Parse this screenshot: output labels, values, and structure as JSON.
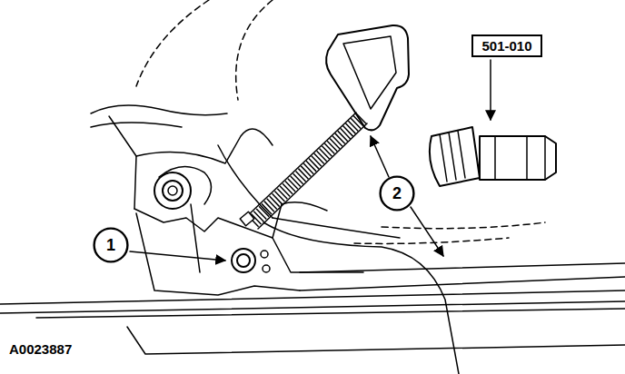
{
  "diagram": {
    "nodes": [
      {
        "text": [
          "501-010"
        ]
      },
      {
        "text": [
          "2"
        ]
      },
      {
        "text": [
          "1"
        ]
      }
    ],
    "labels": [
      "A0023887"
    ]
  }
}
